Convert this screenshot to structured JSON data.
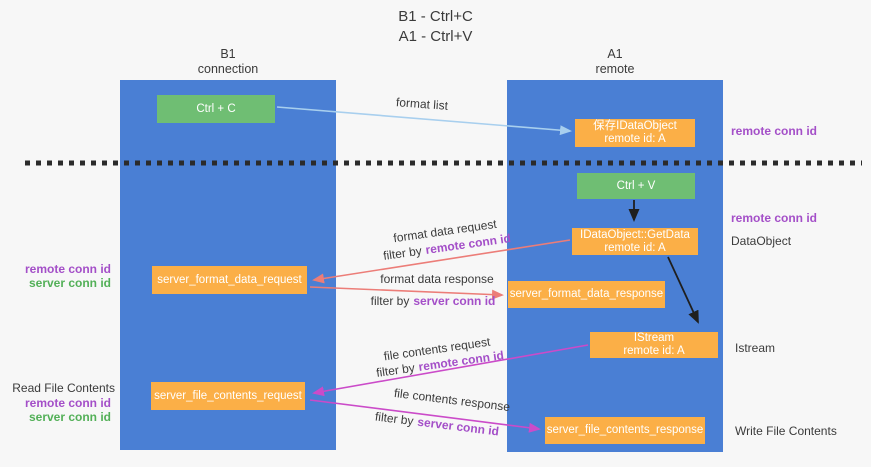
{
  "title": {
    "line1": "B1 - Ctrl+C",
    "line2": "A1 - Ctrl+V"
  },
  "columns": {
    "left": {
      "header_line1": "B1",
      "header_line2": "connection"
    },
    "right": {
      "header_line1": "A1",
      "header_line2": "remote"
    }
  },
  "boxes": {
    "ctrl_c": {
      "label": "Ctrl + C"
    },
    "save_idataobject": {
      "line1": "保存IDataObject",
      "line2": "remote id: A"
    },
    "ctrl_v": {
      "label": "Ctrl + V"
    },
    "getdata": {
      "line1": "IDataObject::GetData",
      "line2": "remote id: A"
    },
    "format_request": {
      "label": "server_format_data_request"
    },
    "format_response": {
      "label": "server_format_data_response"
    },
    "istream": {
      "line1": "IStream",
      "line2": "remote id: A"
    },
    "file_request": {
      "label": "server_file_contents_request"
    },
    "file_response": {
      "label": "server_file_contents_response"
    }
  },
  "messages": {
    "format_list": "format list",
    "format_data_request": "format data request",
    "format_data_response": "format data response",
    "file_contents_request": "file contents request",
    "file_contents_response": "file contents response"
  },
  "terms": {
    "filter_by": "filter by",
    "remote_conn_id": "remote conn id",
    "server_conn_id": "server conn id"
  },
  "left_labels": {
    "read_file_contents": "Read File Contents"
  },
  "right_labels": {
    "dataobject": "DataObject",
    "istream": "Istream",
    "write_file_contents": "Write File Contents"
  },
  "colors": {
    "background": "#f7f7f7",
    "column_blue": "#4A7FD4",
    "box_green": "#6FBE73",
    "box_orange": "#FBAF47",
    "box_text": "#ffffff",
    "text_dark": "#3b3b3b",
    "purple": "#A44FC8",
    "green_text": "#53B058",
    "arrow_salmon": "#EC7D78",
    "arrow_magenta": "#CB4BC9",
    "arrow_lightblue": "#A8CFEE",
    "arrow_black": "#1f1f1f",
    "dash": "#2b2b2b"
  }
}
